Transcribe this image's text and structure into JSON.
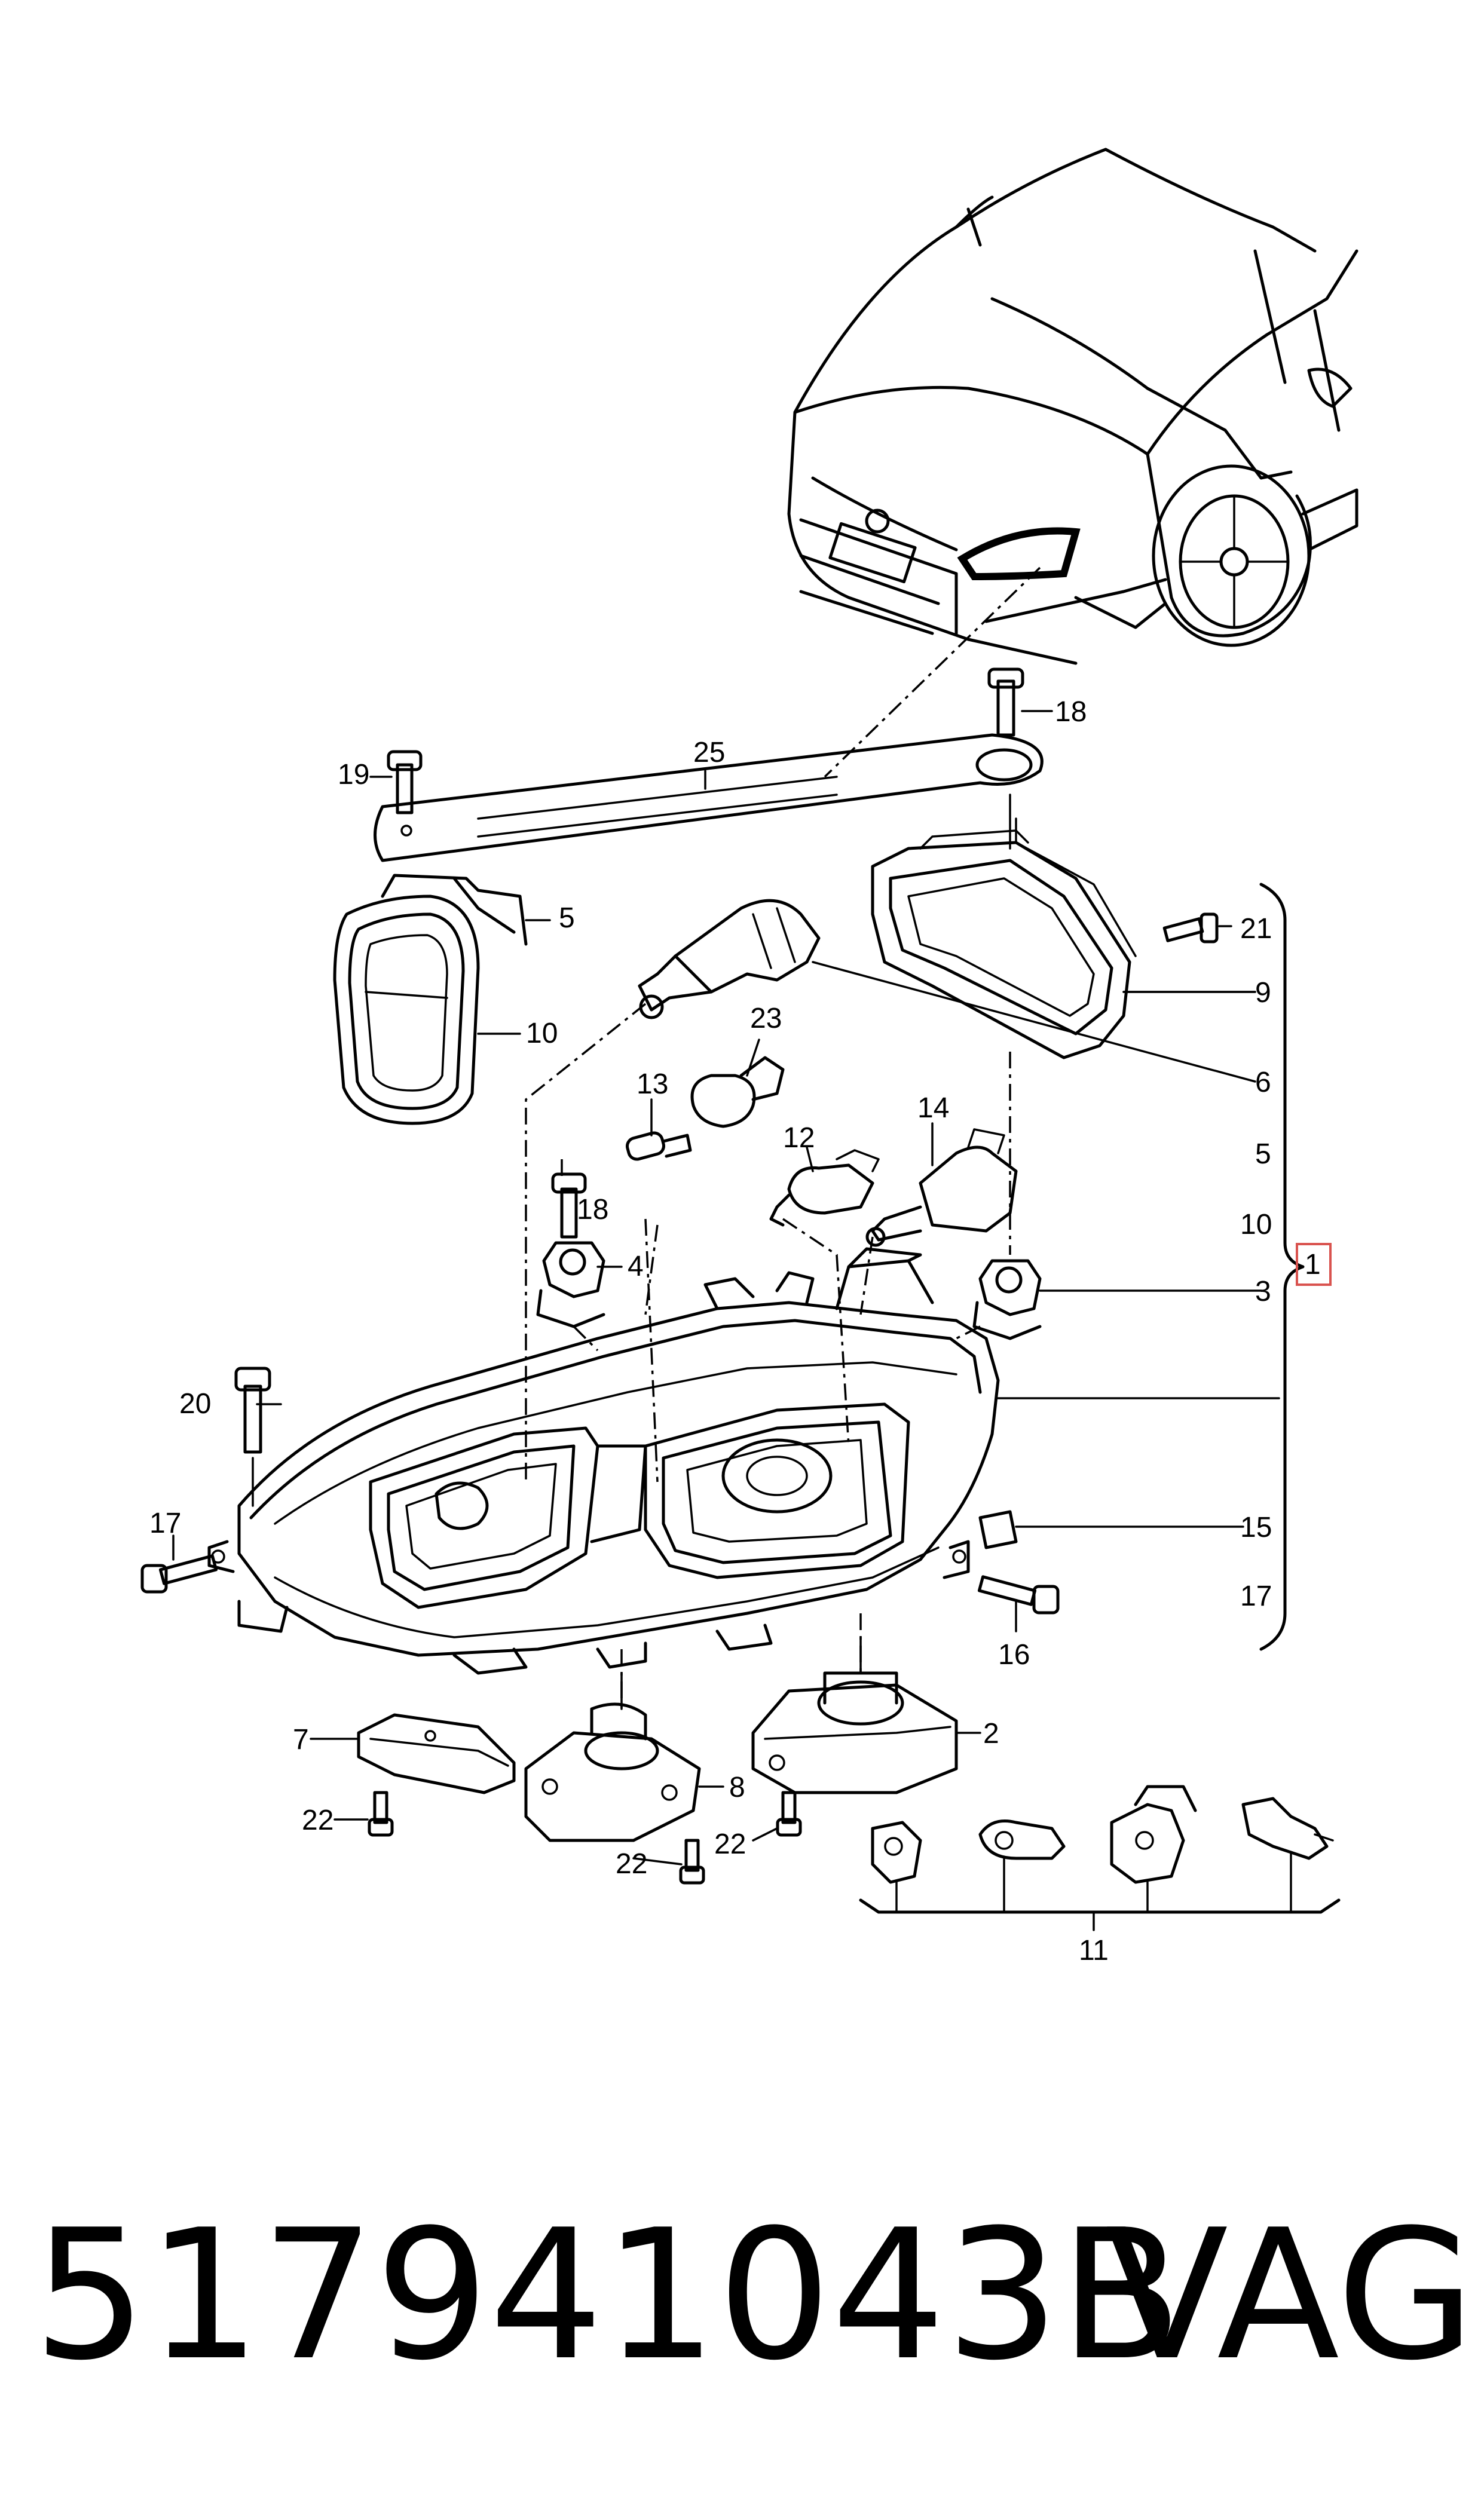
{
  "labels": {
    "l1": "1",
    "l2": "2",
    "l3": "3",
    "l4": "4",
    "l5": "5",
    "l5b": "5",
    "l6": "6",
    "l7": "7",
    "l8": "8",
    "l9": "9",
    "l10": "10",
    "l10b": "10",
    "l11": "11",
    "l12": "12",
    "l13": "13",
    "l14": "14",
    "l15": "15",
    "l16": "16",
    "l17": "17",
    "l17b": "17",
    "l18": "18",
    "l18b": "18",
    "l19": "19",
    "l20": "20",
    "l21": "21",
    "l22a": "22",
    "l22b": "22",
    "l22c": "22",
    "l23": "23",
    "l25": "25"
  },
  "footer": {
    "part_number": "517941043B",
    "brand": "VAG"
  },
  "colors": {
    "line": "#000000",
    "highlight_box": "#d9534f",
    "background": "#ffffff"
  }
}
